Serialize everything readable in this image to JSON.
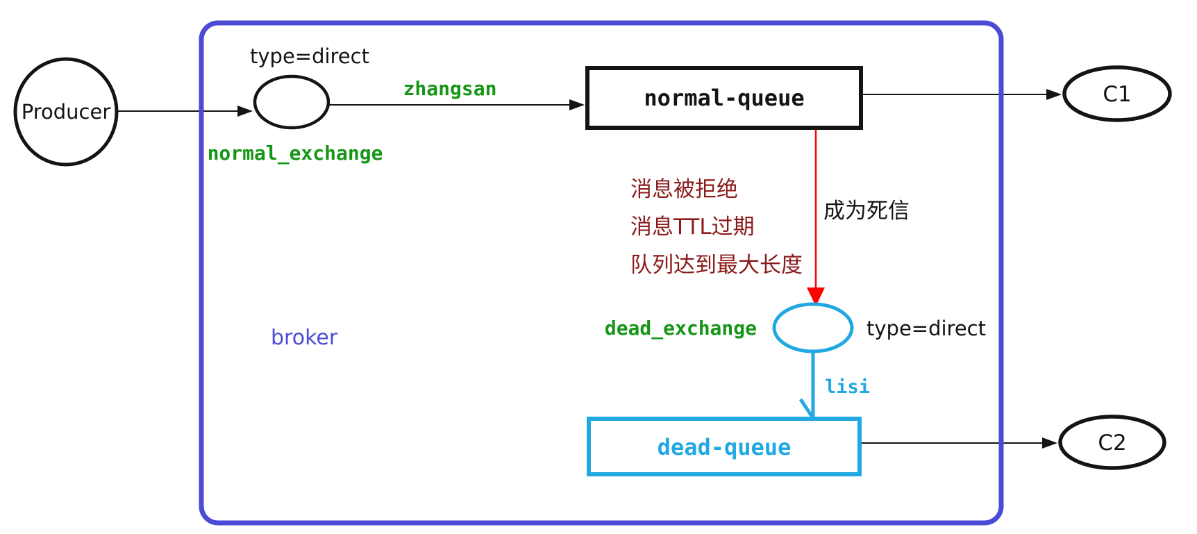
{
  "colors": {
    "broker_border": "#4b4bd6",
    "cyan": "#21a8e2",
    "green": "#169616",
    "dark_red": "#8b1a1a",
    "red": "#ff0000",
    "black": "#141414"
  },
  "broker": {
    "label": "broker"
  },
  "nodes": {
    "producer": {
      "label": "Producer"
    },
    "normal_exchange": {
      "name": "normal_exchange",
      "type": "type=direct"
    },
    "normal_queue": {
      "label": "normal-queue"
    },
    "consumer1": {
      "label": "C1"
    },
    "dead_exchange": {
      "name": "dead_exchange",
      "type": "type=direct"
    },
    "dead_queue": {
      "label": "dead-queue"
    },
    "consumer2": {
      "label": "C2"
    }
  },
  "edges": {
    "normal_routing_key": "zhangsan",
    "dead_routing_key": "lisi",
    "dead_letter_label": "成为死信"
  },
  "dead_letter_reasons": [
    "消息被拒绝",
    "消息TTL过期",
    "队列达到最大长度"
  ]
}
